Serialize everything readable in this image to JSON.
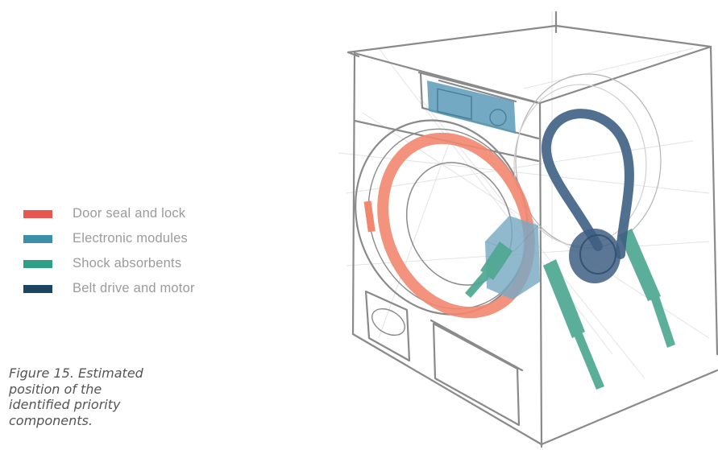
{
  "legend": {
    "items": [
      {
        "label": "Door seal and lock",
        "color": "#e8574f"
      },
      {
        "label": "Electronic modules",
        "color": "#3d8ea9"
      },
      {
        "label": "Shock absorbents",
        "color": "#2f9e86"
      },
      {
        "label": "Belt drive and motor",
        "color": "#1c4561"
      }
    ]
  },
  "caption": {
    "lines": [
      "Figure 15. Estimated",
      "position of the",
      "identified  priority",
      "components."
    ]
  },
  "components": {
    "door_seal": {
      "color": "#f2866f"
    },
    "lock": {
      "color": "#f2866f"
    },
    "electronic_module": {
      "color": "#5b9ab7"
    },
    "electronic_box": {
      "color": "#7aaac4"
    },
    "shock_absorbers": {
      "color": "#4ea891"
    },
    "belt": {
      "color": "#3e5f83"
    },
    "motor": {
      "color": "#3e5f83"
    }
  }
}
